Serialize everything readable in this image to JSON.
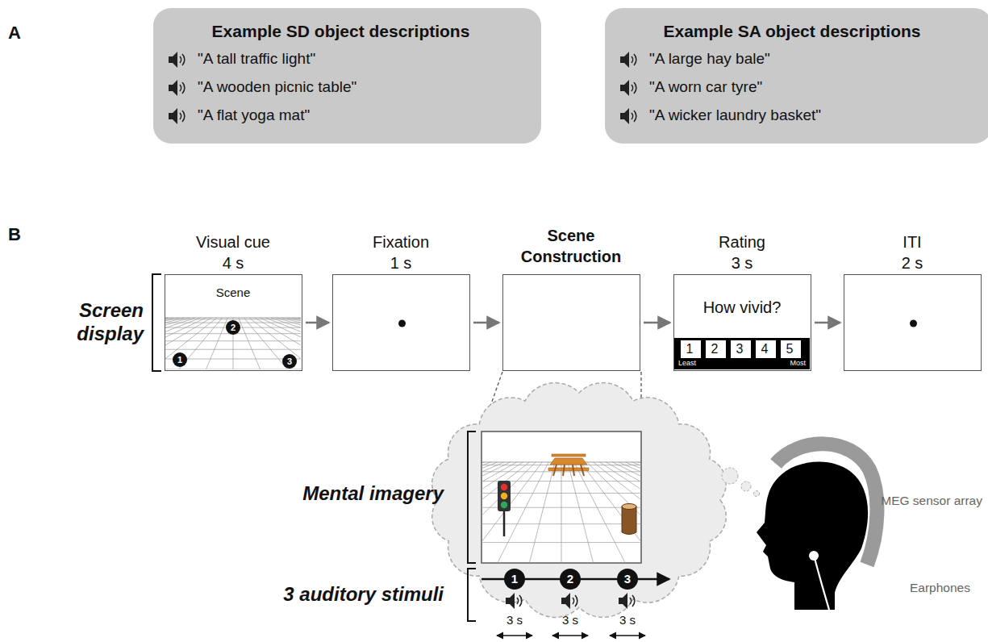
{
  "diagram": {
    "nodes": [
      {
        "text": [
          "Example SD object descriptions",
          "\"A tall traffic light\"",
          "\"A wooden picnic table\"",
          "\"A flat yoga mat\""
        ]
      },
      {
        "text": [
          "Example SA object descriptions",
          "\"A large hay bale\"",
          "\"A worn car tyre\"",
          "\"A wicker laundry basket\""
        ]
      },
      {
        "text": [
          "Visual cue",
          "4 s",
          "Scene",
          "1",
          "2",
          "3"
        ]
      },
      {
        "text": [
          "Fixation",
          "1 s"
        ]
      },
      {
        "text": [
          "Scene Construction"
        ]
      },
      {
        "text": [
          "Rating",
          "3 s",
          "How vivid?"
        ]
      },
      {
        "text": [
          "Least",
          "Most"
        ],
        "in": 5
      },
      {
        "text": [
          "1"
        ],
        "in": 6
      },
      {
        "text": [
          "2"
        ],
        "in": 6
      },
      {
        "text": [
          "3"
        ],
        "in": 6
      },
      {
        "text": [
          "4"
        ],
        "in": 6
      },
      {
        "text": [
          "5"
        ],
        "in": 6
      },
      {
        "text": [
          "ITI",
          "2 s"
        ]
      }
    ],
    "edges": [
      {
        "from": 2,
        "to": 3,
        "arrow": "to"
      },
      {
        "from": 3,
        "to": 4,
        "arrow": "to"
      },
      {
        "from": 4,
        "to": 5,
        "arrow": "to"
      },
      {
        "from": 5,
        "to": 12,
        "arrow": "to"
      }
    ],
    "labels": [
      "A",
      "B",
      "Screen display",
      "Mental imagery",
      "1",
      "2",
      "3",
      "3 auditory stimuli",
      "3 s",
      "3 s",
      "3 s",
      "MEG sensor array",
      "Earphones"
    ]
  }
}
